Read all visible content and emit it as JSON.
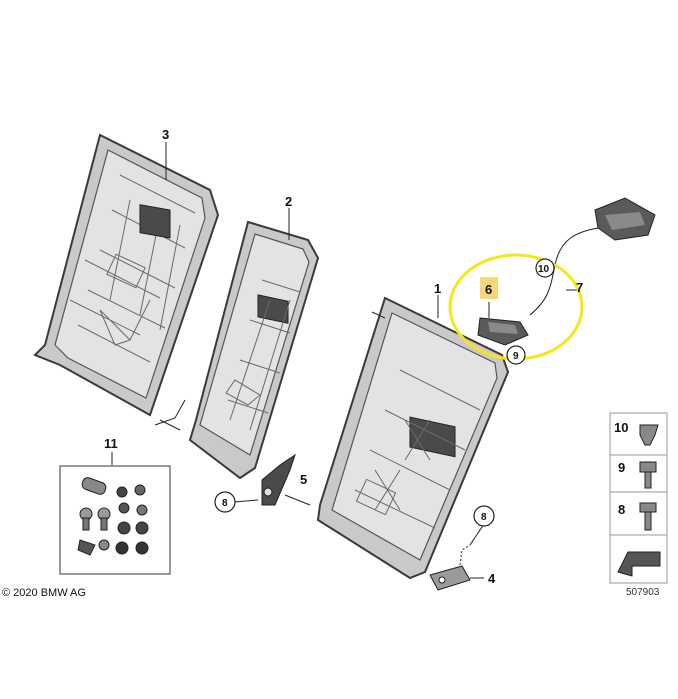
{
  "labels": {
    "p1": "1",
    "p2": "2",
    "p3": "3",
    "p4": "4",
    "p5": "5",
    "p6": "6",
    "p7": "7",
    "p11": "11",
    "c8a": "8",
    "c8b": "8",
    "c9": "9",
    "c10": "10"
  },
  "legend": {
    "l10": "10",
    "l9": "9",
    "l8": "8"
  },
  "copyright": "© 2020 BMW AG",
  "ref_number": "507903",
  "colors": {
    "highlight_ellipse": "#f5e61a",
    "label_highlight": "#f7d77a"
  }
}
